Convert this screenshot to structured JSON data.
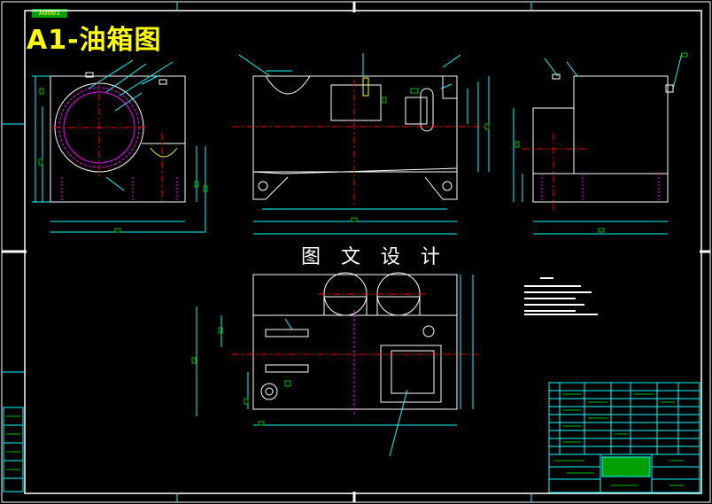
{
  "drawing": {
    "title": "A1-油箱图",
    "watermark": "图 文 设 计",
    "badge": "A0001"
  },
  "colors": {
    "background": "#000000",
    "frame": "#ffffff",
    "outline": "#ffffff",
    "dimension": "#00ffff",
    "center_line": "#ff0000",
    "hidden_line": "#ff00ff",
    "leader": "#00ffff",
    "title_block": "#00ffff",
    "title_text": "#ffff00",
    "note_text": "#ffffff",
    "pipe_detail": "#ffff00"
  }
}
